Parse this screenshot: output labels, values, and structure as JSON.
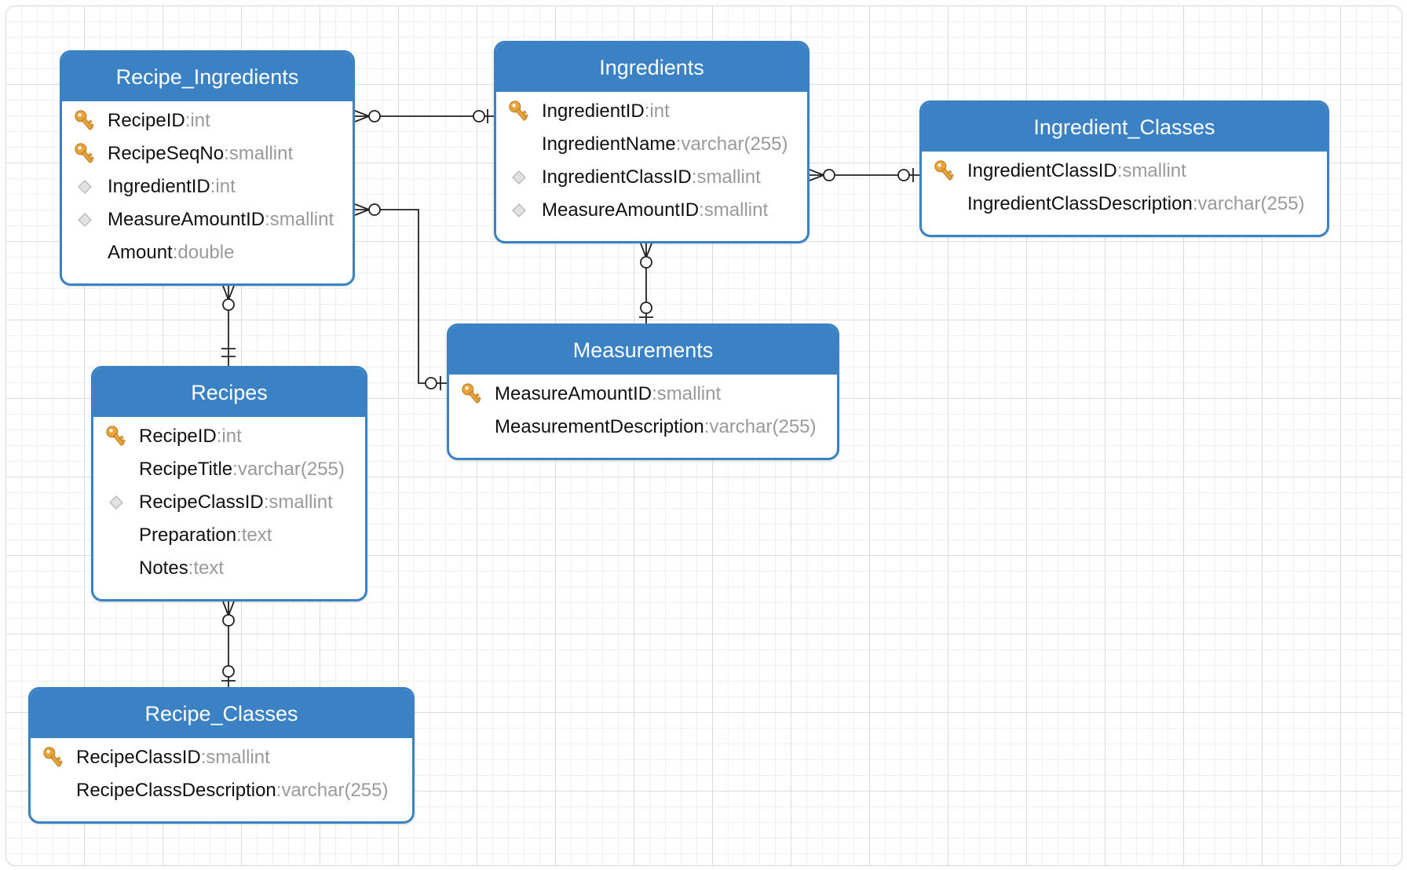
{
  "colors": {
    "accent": "#3a82c4",
    "key": "#e8a33a",
    "field_type": "#9a9a9a",
    "connector": "#222222"
  },
  "icons": {
    "primary_key": "key-icon",
    "foreign_key": "diamond-icon"
  },
  "tables": {
    "recipe_ingredients": {
      "title": "Recipe_Ingredients",
      "fields": [
        {
          "name": "RecipeID",
          "type": "int",
          "marker": "primary-key"
        },
        {
          "name": "RecipeSeqNo",
          "type": "smallint",
          "marker": "primary-key"
        },
        {
          "name": "IngredientID",
          "type": "int",
          "marker": "foreign-key"
        },
        {
          "name": "MeasureAmountID",
          "type": "smallint",
          "marker": "foreign-key"
        },
        {
          "name": "Amount",
          "type": "double",
          "marker": "none"
        }
      ]
    },
    "ingredients": {
      "title": "Ingredients",
      "fields": [
        {
          "name": "IngredientID",
          "type": "int",
          "marker": "primary-key"
        },
        {
          "name": "IngredientName",
          "type": "varchar(255)",
          "marker": "none"
        },
        {
          "name": "IngredientClassID",
          "type": "smallint",
          "marker": "foreign-key"
        },
        {
          "name": "MeasureAmountID",
          "type": "smallint",
          "marker": "foreign-key"
        }
      ]
    },
    "ingredient_classes": {
      "title": "Ingredient_Classes",
      "fields": [
        {
          "name": "IngredientClassID",
          "type": "smallint",
          "marker": "primary-key"
        },
        {
          "name": "IngredientClassDescription",
          "type": "varchar(255)",
          "marker": "none"
        }
      ]
    },
    "measurements": {
      "title": "Measurements",
      "fields": [
        {
          "name": "MeasureAmountID",
          "type": "smallint",
          "marker": "primary-key"
        },
        {
          "name": "MeasurementDescription",
          "type": "varchar(255)",
          "marker": "none"
        }
      ]
    },
    "recipes": {
      "title": "Recipes",
      "fields": [
        {
          "name": "RecipeID",
          "type": "int",
          "marker": "primary-key"
        },
        {
          "name": "RecipeTitle",
          "type": "varchar(255)",
          "marker": "none"
        },
        {
          "name": "RecipeClassID",
          "type": "smallint",
          "marker": "foreign-key"
        },
        {
          "name": "Preparation",
          "type": "text",
          "marker": "none"
        },
        {
          "name": "Notes",
          "type": "text",
          "marker": "none"
        }
      ]
    },
    "recipe_classes": {
      "title": "Recipe_Classes",
      "fields": [
        {
          "name": "RecipeClassID",
          "type": "smallint",
          "marker": "primary-key"
        },
        {
          "name": "RecipeClassDescription",
          "type": "varchar(255)",
          "marker": "none"
        }
      ]
    }
  },
  "relationships": [
    {
      "from": "recipe_ingredients.IngredientID",
      "to": "ingredients.IngredientID",
      "from_end": "zero-or-many",
      "to_end": "zero-or-one"
    },
    {
      "from": "recipe_ingredients.MeasureAmountID",
      "to": "measurements.MeasureAmountID",
      "from_end": "zero-or-many",
      "to_end": "zero-or-one"
    },
    {
      "from": "ingredients.IngredientClassID",
      "to": "ingredient_classes.IngredientClassID",
      "from_end": "zero-or-many",
      "to_end": "zero-or-one"
    },
    {
      "from": "ingredients.MeasureAmountID",
      "to": "measurements.MeasureAmountID",
      "from_end": "zero-or-many",
      "to_end": "zero-or-one"
    },
    {
      "from": "recipe_ingredients.RecipeID",
      "to": "recipes.RecipeID",
      "from_end": "zero-or-many",
      "to_end": "one-and-only-one"
    },
    {
      "from": "recipes.RecipeClassID",
      "to": "recipe_classes.RecipeClassID",
      "from_end": "zero-or-many",
      "to_end": "zero-or-one"
    }
  ]
}
